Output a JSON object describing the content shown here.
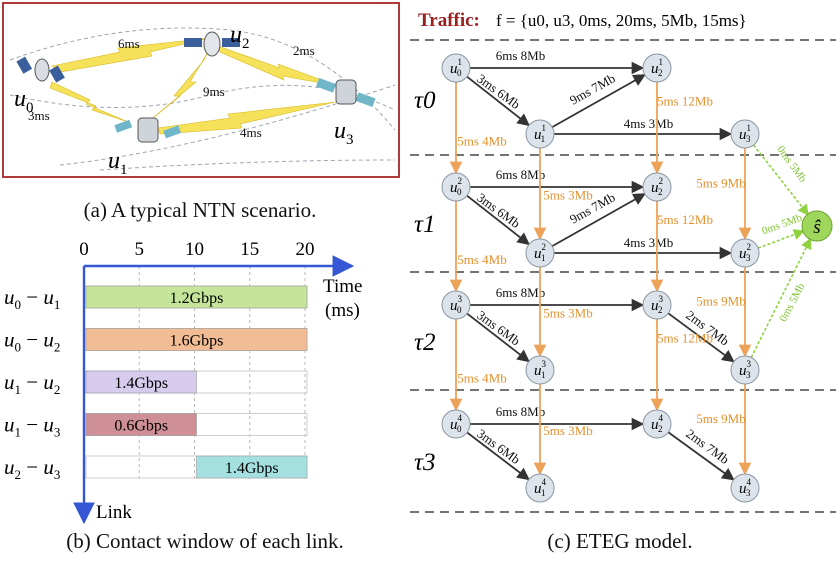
{
  "captions": {
    "a": "(a) A typical NTN scenario.",
    "b": "(b) Contact window of each link.",
    "c": "(c) ETEG model."
  },
  "scenario": {
    "nodes": [
      "u0",
      "u1",
      "u2",
      "u3"
    ],
    "links": [
      "6ms",
      "2ms",
      "9ms",
      "3ms",
      "4ms"
    ]
  },
  "contact": {
    "axis_ticks": [
      "0",
      "5",
      "10",
      "15",
      "20"
    ],
    "time_label_1": "Time",
    "time_label_2": "(ms)",
    "link_label": "Link",
    "rows": [
      {
        "label": "u0 − u1",
        "rate": "1.2Gbps",
        "start": 0,
        "end": 20,
        "color": "#c4e59a"
      },
      {
        "label": "u0 − u2",
        "rate": "1.6Gbps",
        "start": 0,
        "end": 20,
        "color": "#f2bc94"
      },
      {
        "label": "u1 − u2",
        "rate": "1.4Gbps",
        "start": 0,
        "end": 10,
        "color": "#d7cbee"
      },
      {
        "label": "u1 − u3",
        "rate": "0.6Gbps",
        "start": 0,
        "end": 10,
        "color": "#cf8f96"
      },
      {
        "label": "u2 − u3",
        "rate": "1.4Gbps",
        "start": 10,
        "end": 20,
        "color": "#a4e0df"
      }
    ]
  },
  "eteg": {
    "traffic_label": "Traffic:",
    "traffic_expr": "f = {u0, u3, 0ms, 20ms, 5Mb, 15ms}",
    "slots": [
      "τ0",
      "τ1",
      "τ2",
      "τ3"
    ],
    "sink": "ŝ",
    "edge_labels": {
      "u0u2": "6ms  8Mb",
      "u0u1": "3ms  6Mb",
      "u1u2": "9ms  7Mb",
      "u1u3": "4ms  3Mb",
      "u2u3": "2ms  7Mb",
      "wait_u0": "5ms  4Mb",
      "wait_u1": "5ms  3Mb",
      "wait_u2": "5ms  12Mb",
      "wait_u3": "5ms  9Mb",
      "sink": "0ms  5Mb"
    }
  },
  "colors": {
    "frame": "#b03a3a",
    "traffic": "#9a1f1f",
    "orange": "#eda25a",
    "green": "#8fd13f",
    "axis": "#3557d6",
    "link": "#f5e25a"
  }
}
